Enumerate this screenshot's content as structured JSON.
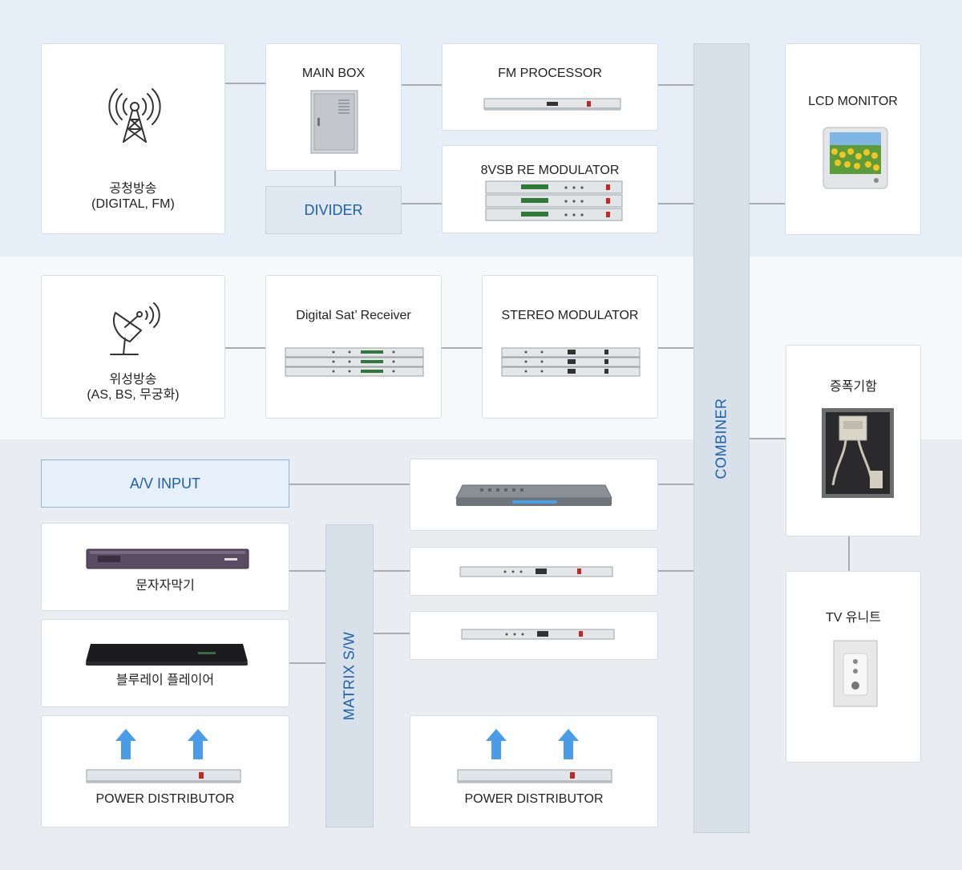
{
  "rows": {
    "broadcast": {
      "source_label_1": "공청방송",
      "source_label_2": "(DIGITAL, FM)",
      "main_box": "MAIN BOX",
      "divider": "DIVIDER",
      "fm_processor": "FM PROCESSOR",
      "vsb_modulator": "8VSB RE MODULATOR"
    },
    "satellite": {
      "source_label_1": "위성방송",
      "source_label_2": "(AS, BS, 무궁화)",
      "receiver": "Digital Sat’ Receiver",
      "stereo_modulator": "STEREO MODULATOR"
    },
    "av": {
      "av_input": "A/V INPUT",
      "caption_machine": "문자자막기",
      "bluray_player": "블루레이 플레이어",
      "power_distributor_left": "POWER DISTRIBUTOR",
      "power_distributor_right": "POWER DISTRIBUTOR",
      "matrix": "MATRIX S/W"
    }
  },
  "combiner": "COMBINER",
  "outputs": {
    "lcd_monitor": "LCD MONITOR",
    "amplifier": "증폭기함",
    "tv_unit": "TV 유니트"
  },
  "colors": {
    "accent_text": "#1e5fa8",
    "arrow": "#4a9be8",
    "band_top": "#e6eff8",
    "band_mid": "#f7f8f9",
    "band_bottom": "#e9edf2"
  }
}
